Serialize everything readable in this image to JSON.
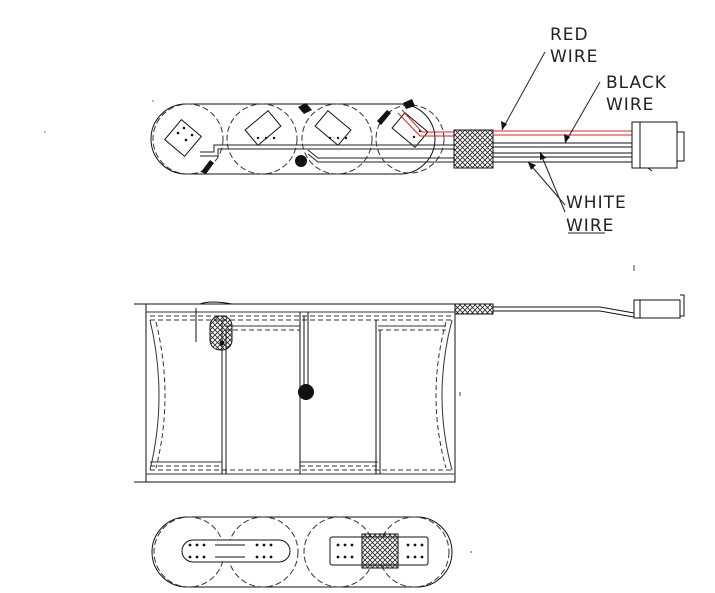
{
  "labels": {
    "red_wire_1": "RED",
    "red_wire_2": "WIRE",
    "black_wire_1": "BLACK",
    "black_wire_2": "WIRE",
    "white_wire_1": "WHITE",
    "white_wire_2": "WIRE"
  },
  "colors": {
    "line": "#111111",
    "red_wire": "#e02020",
    "hidden": "#444444"
  },
  "views": [
    "top-view",
    "side-view",
    "end-view"
  ]
}
